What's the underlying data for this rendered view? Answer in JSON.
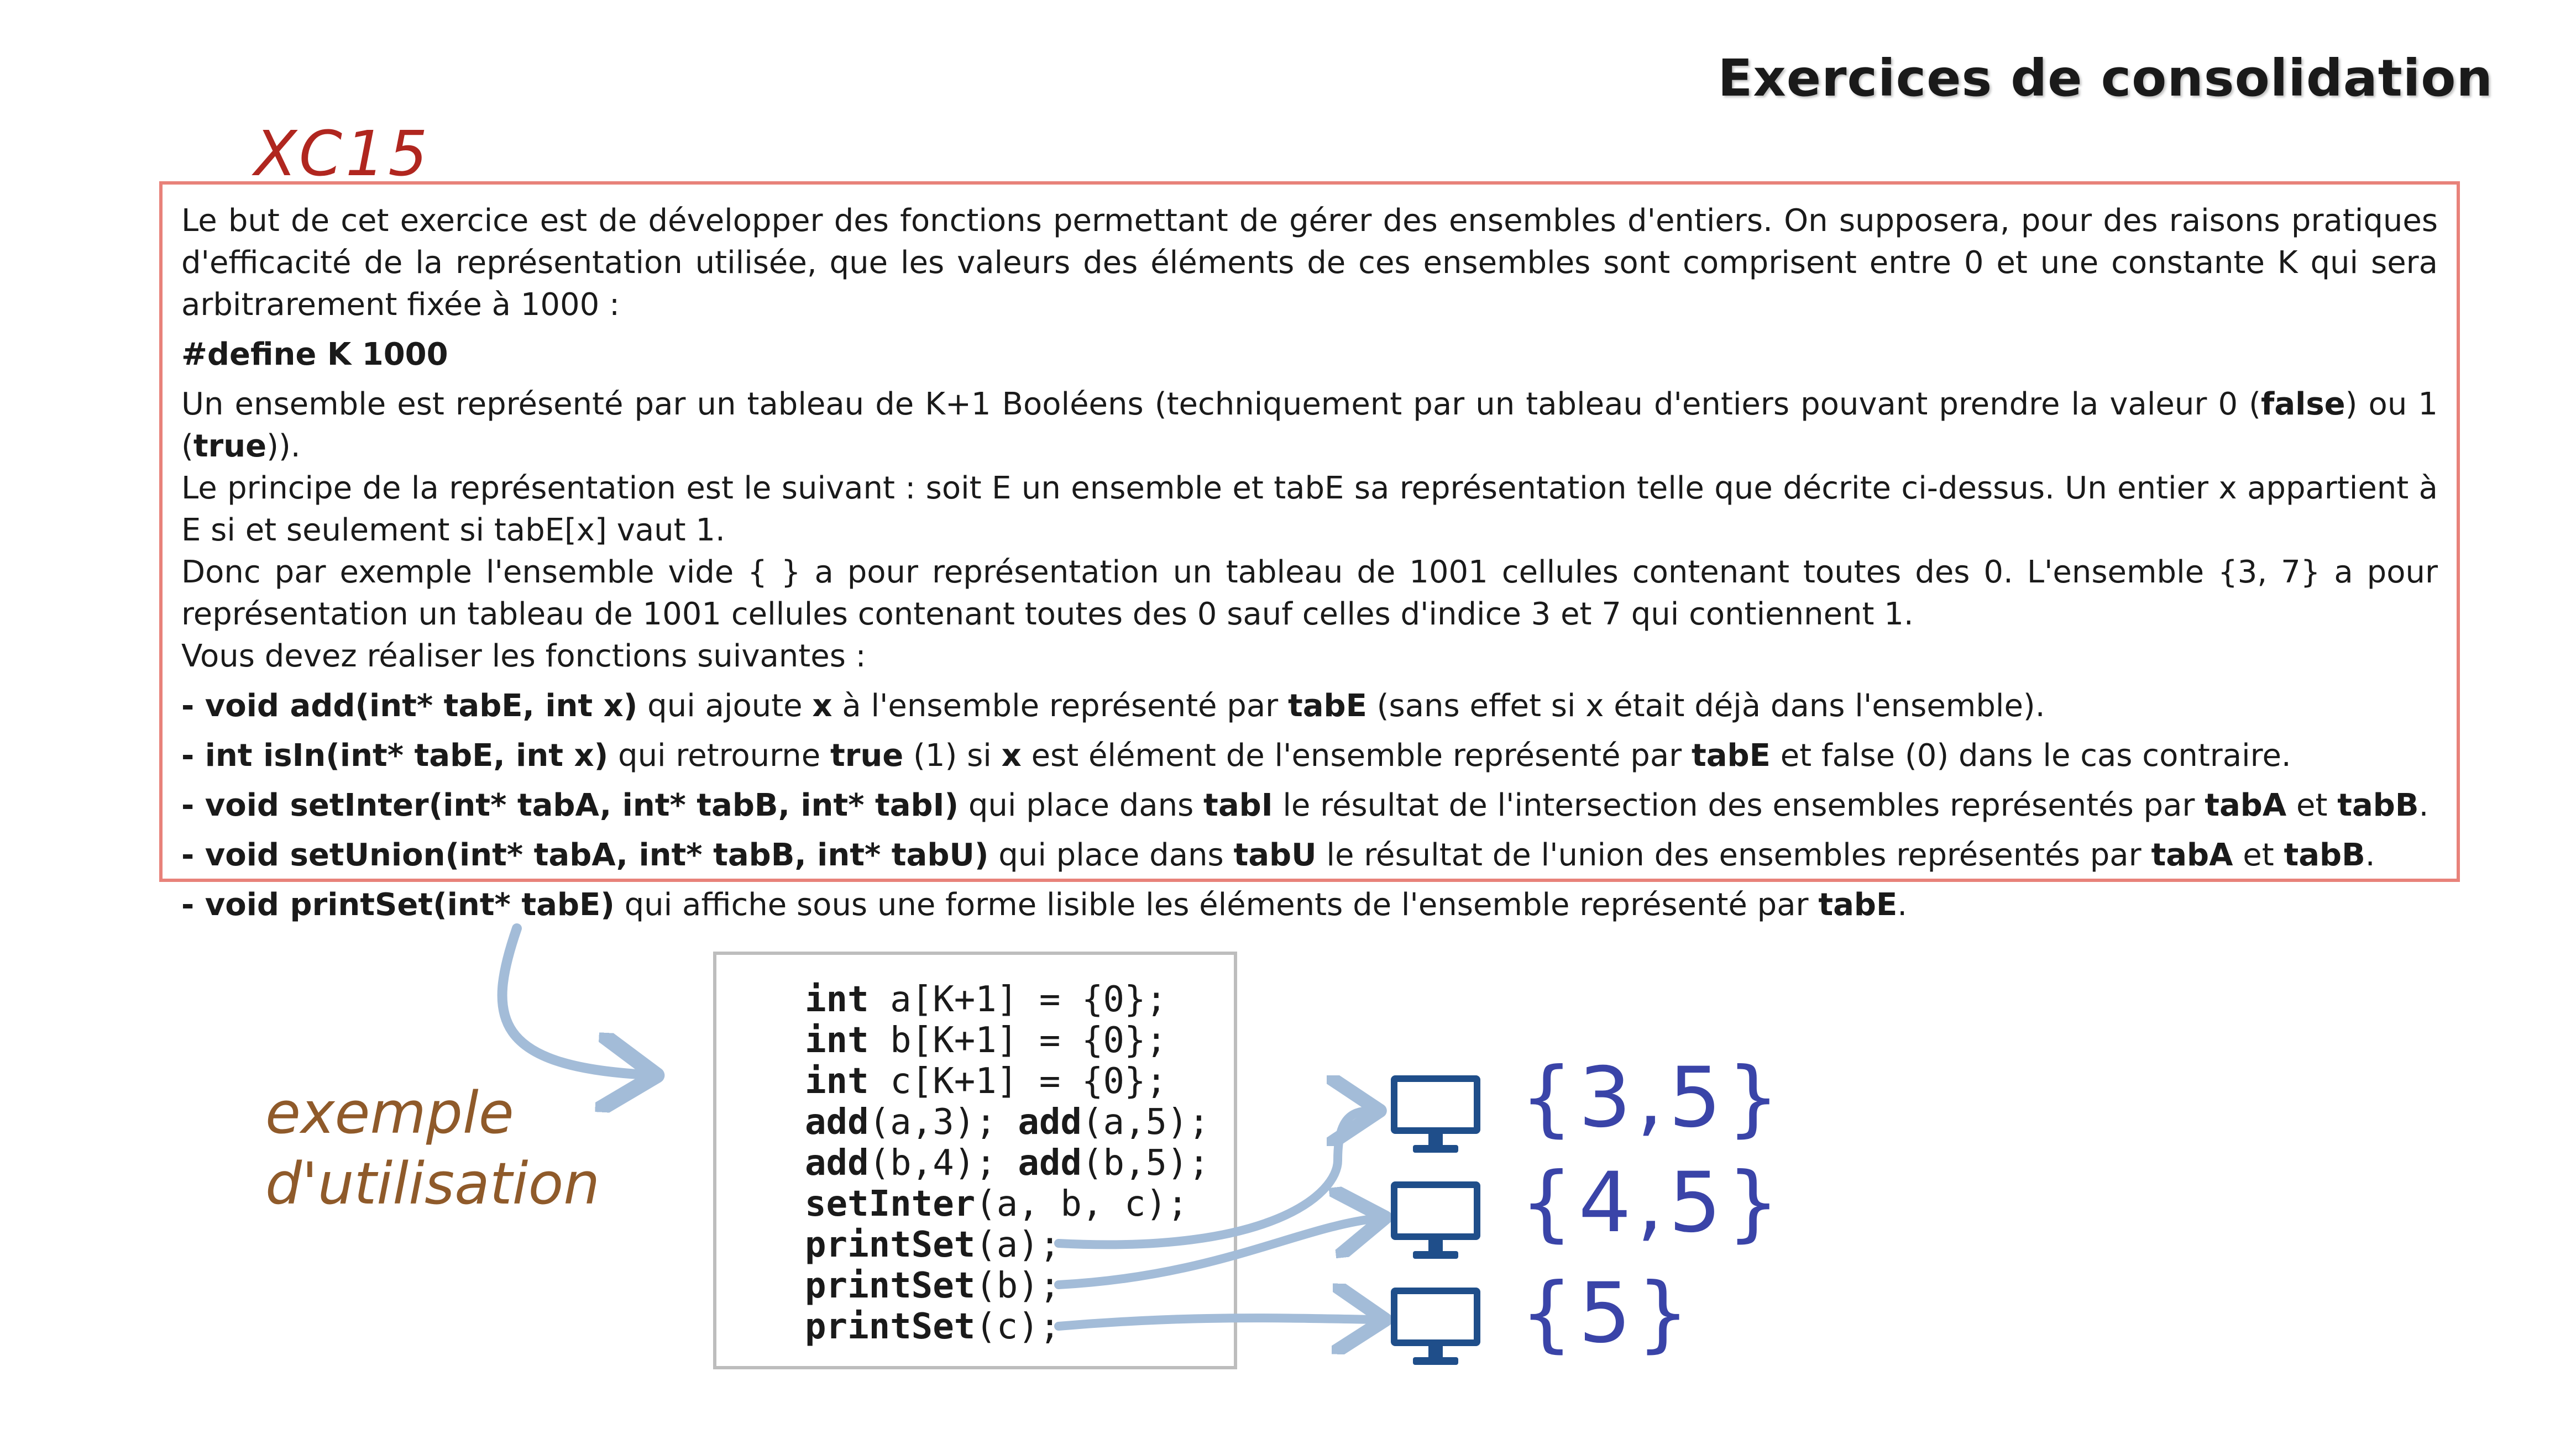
{
  "title": "Exercices de consolidation",
  "tag": "XC15",
  "exercise": {
    "intro": "Le but de cet exercice est de développer des fonctions permettant de gérer des ensembles d'entiers. On supposera, pour des raisons pratiques d'efficacité de la représentation utilisée, que les valeurs des éléments de ces ensembles sont comprisent entre 0 et une constante K qui sera arbitrarement fixée à 1000 :",
    "define": "#define K 1000",
    "repr_a": "Un ensemble est représenté par un tableau de K+1 Booléens (techniquement par un tableau d'entiers pouvant prendre la valeur 0 (",
    "repr_false": "false",
    "repr_b": ") ou 1 (",
    "repr_true": "true",
    "repr_c": ")).",
    "principle": "Le principe de la représentation est le suivant : soit E un ensemble et tabE sa représentation telle que décrite ci-dessus. Un entier x appartient à E si et seulement si tabE[x] vaut 1.",
    "example": "Donc par exemple l'ensemble vide { } a pour représentation un tableau de 1001 cellules contenant toutes des 0. L'ensemble {3, 7} a pour représentation un tableau de 1001 cellules contenant toutes des 0 sauf celles d'indice 3 et 7 qui contiennent 1.",
    "todo": "Vous devez réaliser les fonctions suivantes :",
    "f1": {
      "sig": "- void add(int* tabE, int x)",
      "t1": " qui ajoute ",
      "b1": "x",
      "t2": " à l'ensemble représenté par ",
      "b2": "tabE",
      "t3": " (sans effet si x était déjà dans l'ensemble)."
    },
    "f2": {
      "sig": "- int isIn(int* tabE, int x)",
      "t1": " qui retrourne ",
      "b1": "true",
      "t2": " (1) si ",
      "b2": "x",
      "t3": " est élément de l'ensemble représenté par ",
      "b3": "tabE",
      "t4": " et false (0) dans le cas contraire."
    },
    "f3": {
      "sig": "- void setInter(int* tabA, int* tabB, int* tabI)",
      "t1": " qui place dans ",
      "b1": "tabI",
      "t2": " le résultat de l'intersection des ensembles représentés par ",
      "b2": "tabA",
      "t3": " et ",
      "b3": "tabB",
      "t4": "."
    },
    "f4": {
      "sig": "- void setUnion(int* tabA, int* tabB, int* tabU)",
      "t1": " qui place dans ",
      "b1": "tabU",
      "t2": " le résultat de l'union des ensembles représentés par ",
      "b2": "tabA",
      "t3": " et ",
      "b3": "tabB",
      "t4": "."
    },
    "f5": {
      "sig": "- void printSet(int* tabE)",
      "t1": " qui affiche sous une forme lisible les éléments de l'ensemble représenté par ",
      "b1": "tabE",
      "t2": "."
    }
  },
  "code": {
    "l1k": "int",
    "l1r": " a[K+1] = {0};",
    "l2k": "int",
    "l2r": " b[K+1] = {0};",
    "l3k": "int",
    "l3r": " c[K+1] = {0};",
    "l4a": "add",
    "l4b": "(a,3); ",
    "l4c": "add",
    "l4d": "(a,5);",
    "l5a": "add",
    "l5b": "(b,4); ",
    "l5c": "add",
    "l5d": "(b,5);",
    "l6a": "setInter",
    "l6b": "(a, b, c);",
    "l7a": "printSet",
    "l7b": "(a);",
    "l8a": "printSet",
    "l8b": "(b);",
    "l9a": "printSet",
    "l9b": "(c);"
  },
  "note": {
    "line1": "exemple",
    "line2": "d'utilisation"
  },
  "outputs": [
    "{3,5}",
    "{4,5}",
    "{5}"
  ],
  "colors": {
    "box_border": "#e8827a",
    "arrow": "#a3bcd8",
    "monitor": "#1f4e8a",
    "tag": "#b0261f",
    "note": "#8f5a2a",
    "sets": "#3a44a8"
  }
}
